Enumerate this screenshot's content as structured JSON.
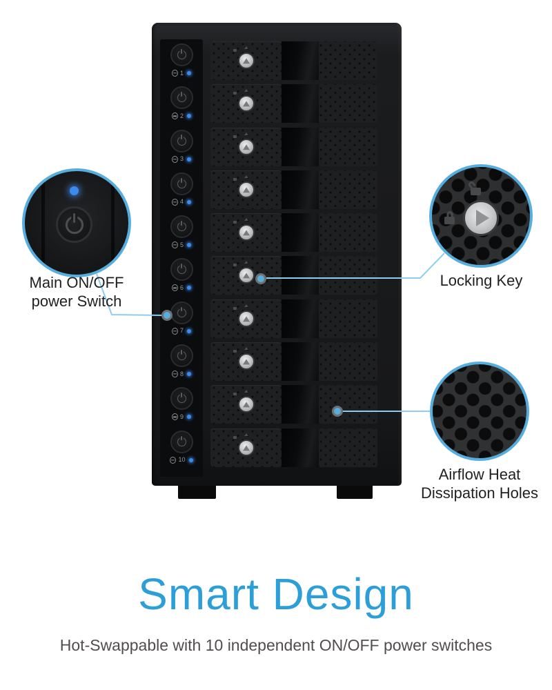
{
  "device": {
    "bays": [
      {
        "num": "1"
      },
      {
        "num": "2"
      },
      {
        "num": "3"
      },
      {
        "num": "4"
      },
      {
        "num": "5"
      },
      {
        "num": "6"
      },
      {
        "num": "7"
      },
      {
        "num": "8"
      },
      {
        "num": "9"
      },
      {
        "num": "10"
      }
    ]
  },
  "callouts": {
    "power_switch": {
      "line1": "Main ON/OFF",
      "line2": "power Switch"
    },
    "locking_key": {
      "label": "Locking Key"
    },
    "airflow": {
      "line1": "Airflow Heat",
      "line2": "Dissipation Holes"
    }
  },
  "footer": {
    "title": "Smart Design",
    "subtitle": "Hot-Swappable with 10 independent ON/OFF power switches"
  },
  "icons": {
    "power": "power-icon",
    "hdd": "hdd-icon",
    "led": "status-led-dot",
    "lock": "lock-closed-icon",
    "unlock": "lock-open-icon",
    "eject": "eject-triangle-icon",
    "unlock_arrow": "play-triangle-icon"
  },
  "colors": {
    "accent": "#57aede",
    "leader": "#8ecdee",
    "led": "#3b8bef",
    "title": "#2d9fd8"
  }
}
